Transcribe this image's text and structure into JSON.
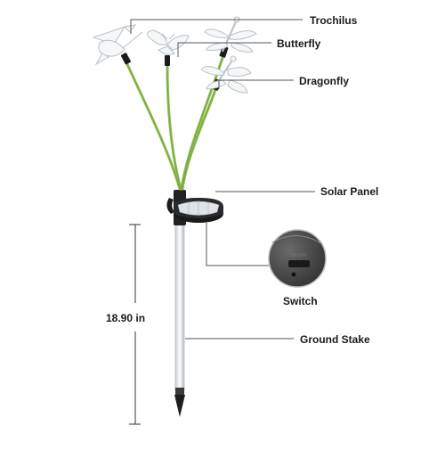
{
  "labels": {
    "trochilus": "Trochilus",
    "butterfly": "Butterfly",
    "dragonfly": "Dragonfly",
    "solar_panel": "Solar Panel",
    "switch": "Switch",
    "height": "18.90 in",
    "ground_stake": "Ground Stake"
  },
  "colors": {
    "stem_green": "#8fbe4f",
    "stem_dark": "#6a9a3a",
    "leader_line": "#555555",
    "panel_body": "#2a2a2a",
    "panel_cell": "#dfe3e8",
    "stake": "#e8ecef",
    "stake_tip": "#1e1e1e"
  },
  "icons": {
    "hummingbird": "hummingbird-figure",
    "butterfly": "butterfly-figure",
    "dragonfly": "dragonfly-figure",
    "solar": "solar-panel-icon",
    "switch": "switch-closeup"
  }
}
